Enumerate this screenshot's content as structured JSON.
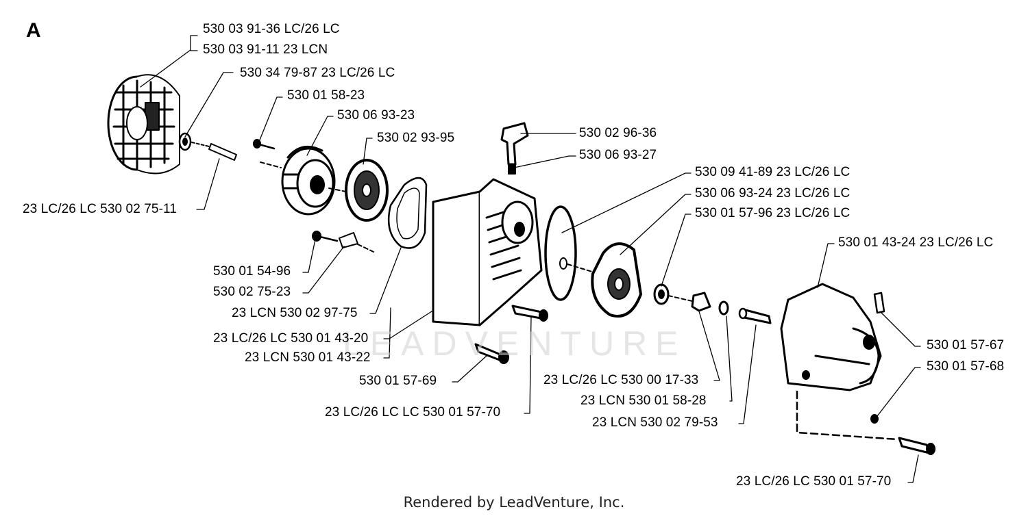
{
  "diagram": {
    "section_letter": "A",
    "watermark": "LEADVENTURE",
    "credit": "Rendered by LeadVenture, Inc.",
    "callouts": [
      "530 03 91-36 LC/26 LC",
      "530 03 91-11 23 LCN",
      "530 34 79-87 23 LC/26 LC",
      "530 01 58-23",
      "530 06 93-23",
      "530 02 93-95",
      "23 LC/26 LC 530 02 75-11",
      "530 02 96-36",
      "530 06 93-27",
      "530 09 41-89 23 LC/26 LC",
      "530 06 93-24 23 LC/26 LC",
      "530 01 57-96 23 LC/26 LC",
      "530 01 43-24 23 LC/26 LC",
      "530 01 54-96",
      "530 02 75-23",
      "23 LCN 530 02 97-75",
      "23 LC/26 LC 530 01 43-20",
      "23 LCN 530 01 43-22",
      "530 01 57-69",
      "23 LC/26 LC LC 530 01 57-70",
      "23 LC/26 LC 530 00 17-33",
      "23 LCN 530 01 58-28",
      "23 LCN 530 02 79-53",
      "530 01 57-67",
      "530 01 57-68",
      "23 LC/26 LC 530 01 57-70"
    ]
  }
}
